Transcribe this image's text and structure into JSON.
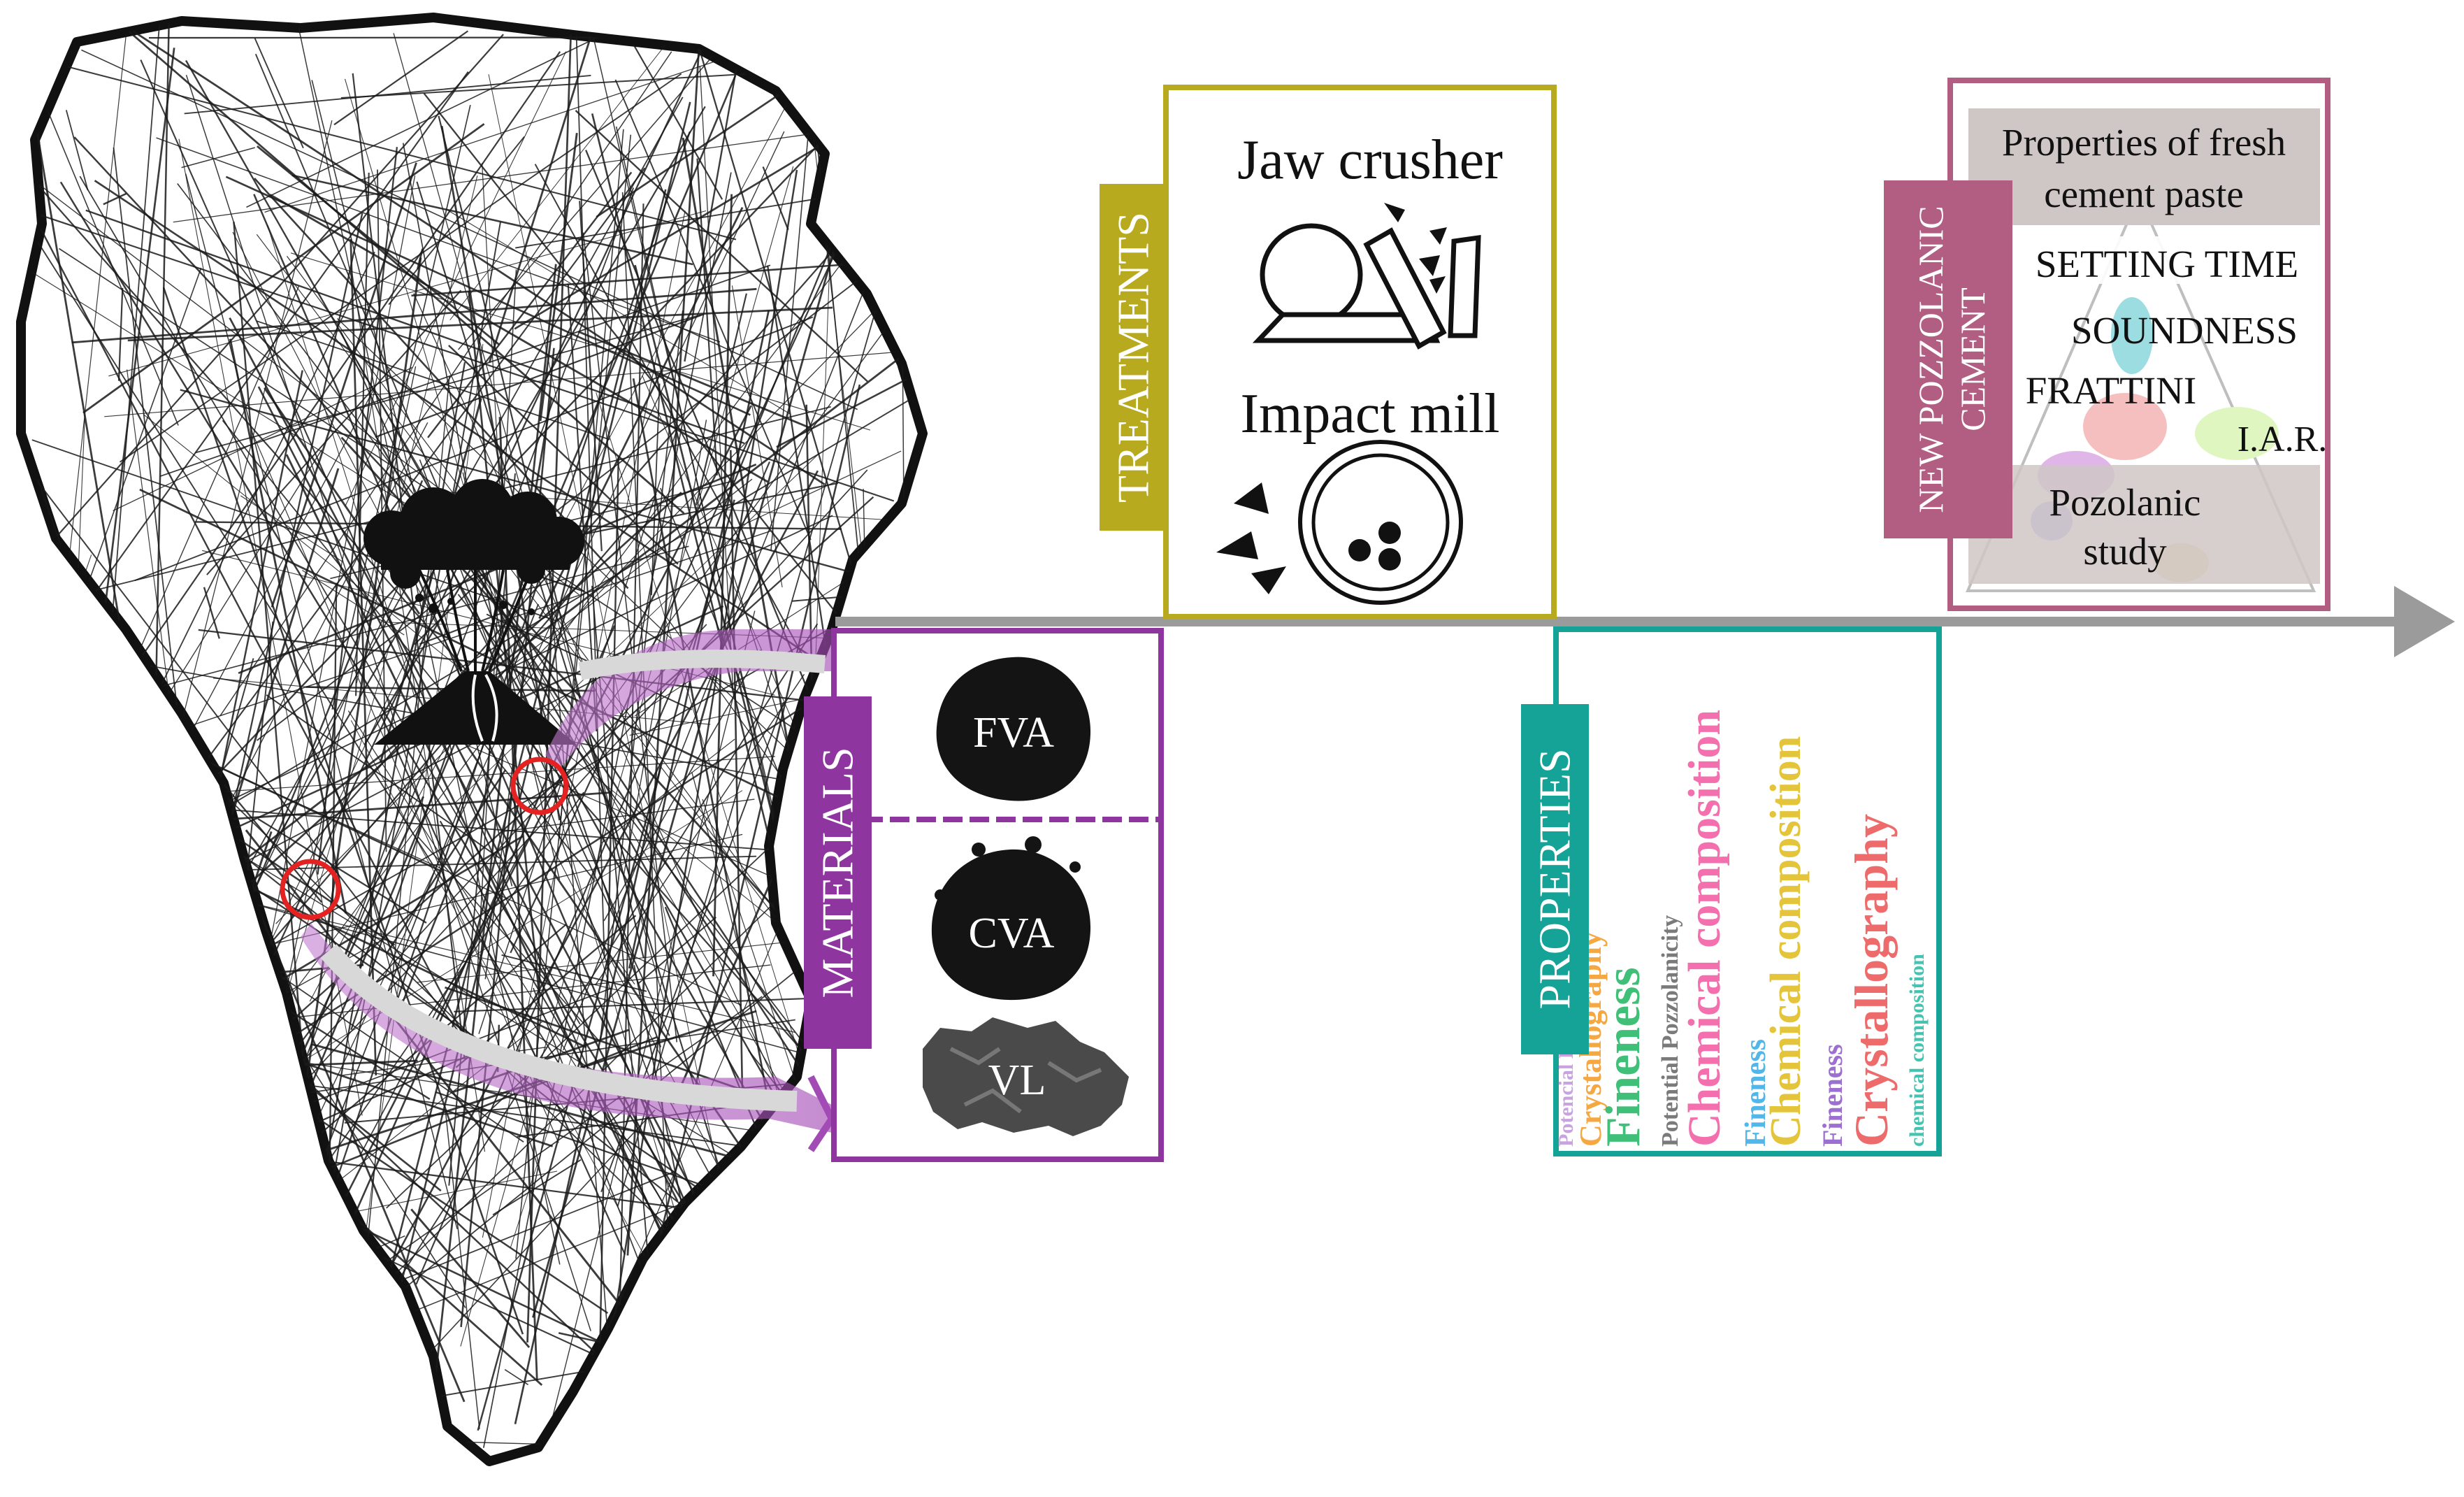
{
  "colors": {
    "treatments": "#b8aa1e",
    "materials": "#8e35a0",
    "properties": "#14a396",
    "new_cement": "#b25d82",
    "arrow": "#9b9b9b",
    "marker": "#e52222"
  },
  "treatments": {
    "label": "TREATMENTS",
    "jaw_crusher": "Jaw crusher",
    "impact_mill": "Impact mill"
  },
  "materials": {
    "label": "MATERIALS",
    "fva": "FVA",
    "cva": "CVA",
    "vl": "VL"
  },
  "properties": {
    "label": "PROPERTIES",
    "word_cloud_terms": [
      "Potencial Pozzolanicity",
      "Crystallography",
      "Fineness",
      "Potential Pozzolanicity",
      "Chemical composition",
      "Fineness",
      "Chemical composition",
      "Fineness",
      "Crystallography",
      "chemical composition"
    ]
  },
  "new_cement": {
    "label_line1": "NEW POZZOLANIC",
    "label_line2": "CEMENT",
    "fresh_paste_line1": "Properties of fresh",
    "fresh_paste_line2": "cement paste",
    "setting_time": "SETTING TIME",
    "soundness": "SOUNDNESS",
    "frattini": "FRATTINI",
    "iar": "I.A.R.",
    "pozolanic_line1": "Pozolanic",
    "pozolanic_line2": "study"
  },
  "icons": [
    "island-map",
    "volcano-icon",
    "location-marker-icon",
    "jaw-crusher-icon",
    "impact-mill-icon",
    "timeline-arrow"
  ]
}
